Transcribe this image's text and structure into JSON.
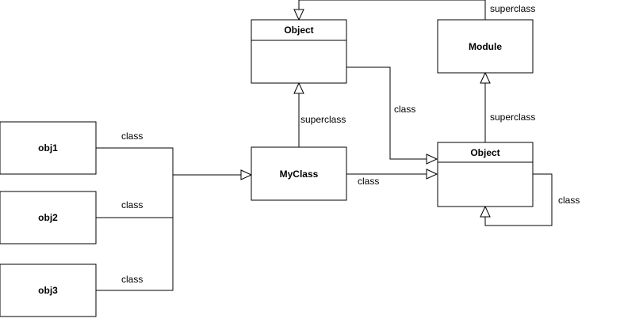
{
  "nodes": {
    "obj1": {
      "label": "obj1"
    },
    "obj2": {
      "label": "obj2"
    },
    "obj3": {
      "label": "obj3"
    },
    "myclass": {
      "label": "MyClass"
    },
    "object_top": {
      "label": "Object"
    },
    "module": {
      "label": "Module"
    },
    "object_right": {
      "label": "Object"
    }
  },
  "edge_labels": {
    "obj1_class": "class",
    "obj2_class": "class",
    "obj3_class": "class",
    "myclass_superclass": "superclass",
    "object_top_class": "class",
    "myclass_class": "class",
    "module_superclass": "superclass",
    "object_right_superclass": "superclass",
    "object_right_class": "class"
  }
}
